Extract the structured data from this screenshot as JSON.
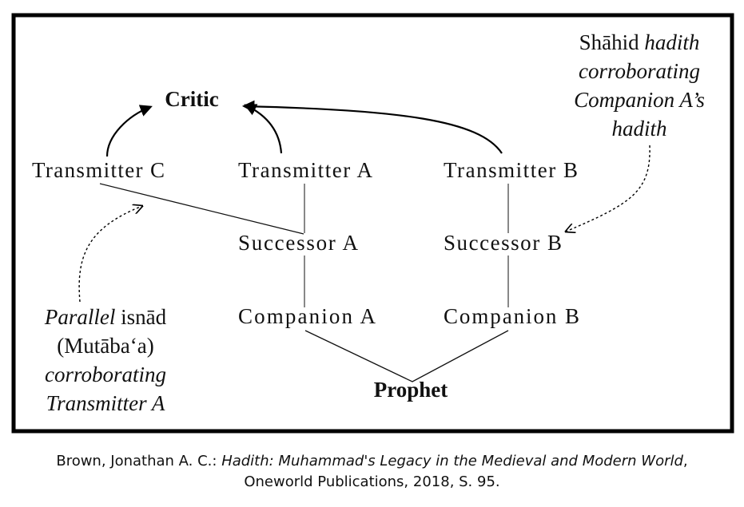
{
  "diagram": {
    "nodes": {
      "critic": "Critic",
      "transmitter_c": "Transmitter C",
      "transmitter_a": "Transmitter A",
      "transmitter_b": "Transmitter B",
      "successor_a": "Successor A",
      "successor_b": "Successor B",
      "companion_a": "Companion A",
      "companion_b": "Companion B",
      "prophet": "Prophet"
    },
    "shahid_note": {
      "line1_a": "Shāhid ",
      "line1_b": "hadith",
      "line2": "corroborating",
      "line3": "Companion A’s",
      "line4": "hadith"
    },
    "parallel_note": {
      "line1_a": "Parallel",
      "line1_b": " isnād",
      "line2": "(Mutāba‘a)",
      "line3": "corroborating",
      "line4": "Transmitter A"
    }
  },
  "caption": {
    "author": "Brown, Jonathan A. C.: ",
    "title": "Hadith: Muhammad's Legacy in the Medieval and Modern World",
    "comma": ",",
    "line2": "Oneworld Publications, 2018, S. 95."
  }
}
